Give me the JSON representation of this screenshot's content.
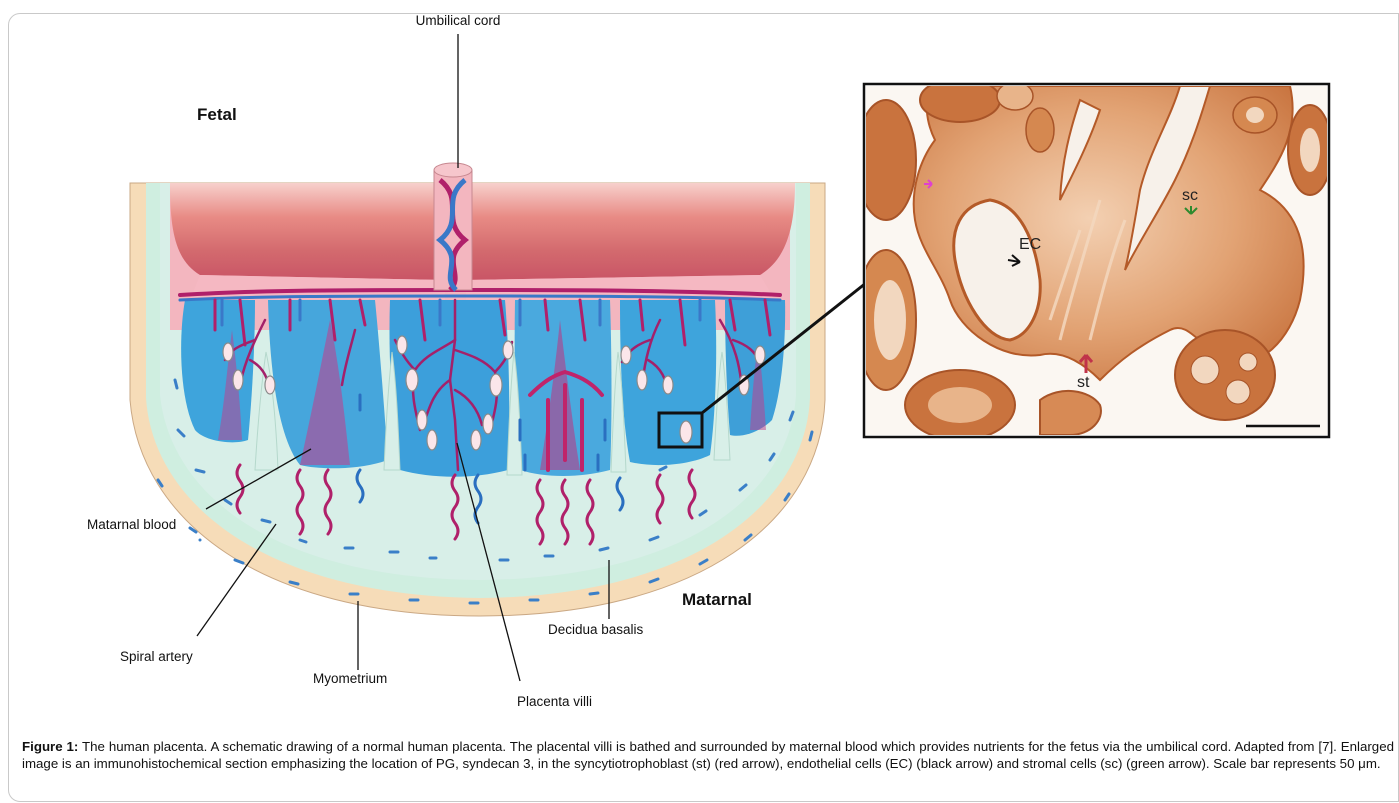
{
  "diagram": {
    "label_umbilical_cord": "Umbilical cord",
    "label_fetal": "Fetal",
    "label_matarnal": "Matarnal",
    "label_matarnal_blood": "Matarnal blood",
    "label_spiral_artery": "Spiral artery",
    "label_myometrium": "Myometrium",
    "label_decidua_basalis": "Decidua basalis",
    "label_placenta_villi": "Placenta villi"
  },
  "micrograph": {
    "label_ec": "EC",
    "label_sc": "sc",
    "label_st": "st"
  },
  "colors": {
    "frame": "#c9c9c9",
    "myometrium": "#f6dcb8",
    "decidua": "#cfeee0",
    "chorionic_plate": "#f0a8b0",
    "blood_blue": "#3ea4dc",
    "vessel_red": "#b0206a",
    "vessel_blue": "#3a78c8",
    "tissue": "#c9733e",
    "tissue_light": "#eab082",
    "arrow_st": "#c0334a",
    "arrow_sc": "#2e8a2e",
    "arrow_ec": "#111111",
    "arrow_pink": "#e040d0"
  },
  "caption": {
    "figure_label": "Figure 1:",
    "text": " The human placenta. A schematic drawing of a normal human placenta. The placental villi is bathed and surrounded by maternal blood which provides nutrients for the fetus via the umbilical cord. Adapted from [7]. Enlarged image is an immunohistochemical section emphasizing the location of PG, syndecan 3, in the syncytiotrophoblast (st) (red arrow), endothelial cells (EC) (black arrow) and stromal cells (sc) (green arrow). Scale bar represents 50 μm."
  }
}
